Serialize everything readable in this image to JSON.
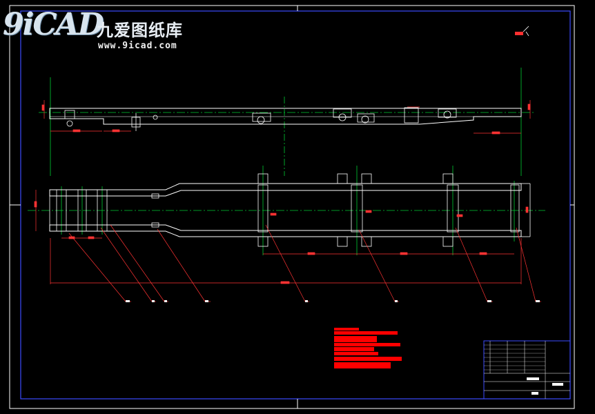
{
  "logo": {
    "mark": "9iCAD",
    "chinese_name": "九爱图纸库",
    "url": "www.9icad.com"
  },
  "colors": {
    "background": "#000000",
    "frame": "#ffffff",
    "outline": "#ffffff",
    "centerline": "#00cc33",
    "dimension": "#ff3333",
    "title_block": "#2a3cff",
    "notes_block": "#ff0000"
  }
}
